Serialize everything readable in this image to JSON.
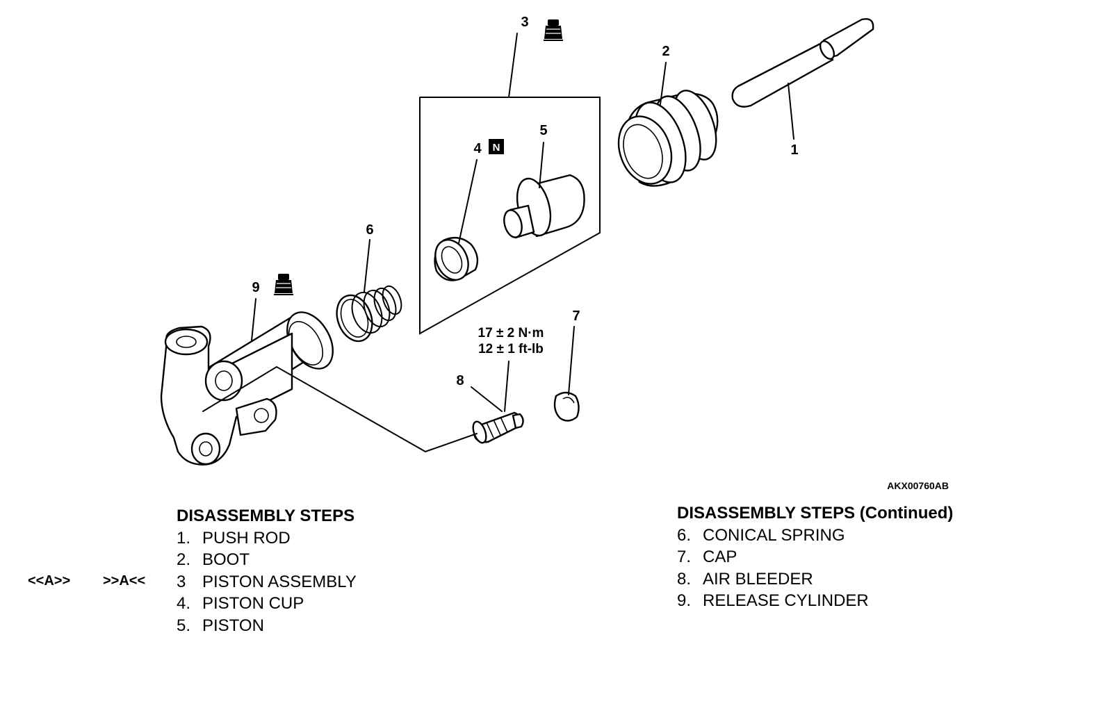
{
  "callouts": {
    "c1": "1",
    "c2": "2",
    "c3": "3",
    "c4": "4",
    "c5": "5",
    "c6": "6",
    "c7": "7",
    "c8": "8",
    "c9": "9"
  },
  "new_part_mark": "N",
  "torque": {
    "metric": "17 ± 2 N·m",
    "imperial": "12 ± 1 ft-lb"
  },
  "figure_id": "AKX00760AB",
  "service_marks": {
    "removal": "<<A>>",
    "installation": ">>A<<"
  },
  "steps_left": {
    "heading": "DISASSEMBLY STEPS",
    "items": [
      {
        "num": "1.",
        "label": "PUSH ROD"
      },
      {
        "num": "2.",
        "label": "BOOT"
      },
      {
        "num": "3",
        "label": "PISTON ASSEMBLY"
      },
      {
        "num": "4.",
        "label": "PISTON CUP"
      },
      {
        "num": "5.",
        "label": "PISTON"
      }
    ]
  },
  "steps_right": {
    "heading": "DISASSEMBLY STEPS (Continued)",
    "items": [
      {
        "num": "6.",
        "label": "CONICAL SPRING"
      },
      {
        "num": "7.",
        "label": "CAP"
      },
      {
        "num": "8.",
        "label": "AIR BLEEDER"
      },
      {
        "num": "9.",
        "label": "RELEASE CYLINDER"
      }
    ]
  }
}
